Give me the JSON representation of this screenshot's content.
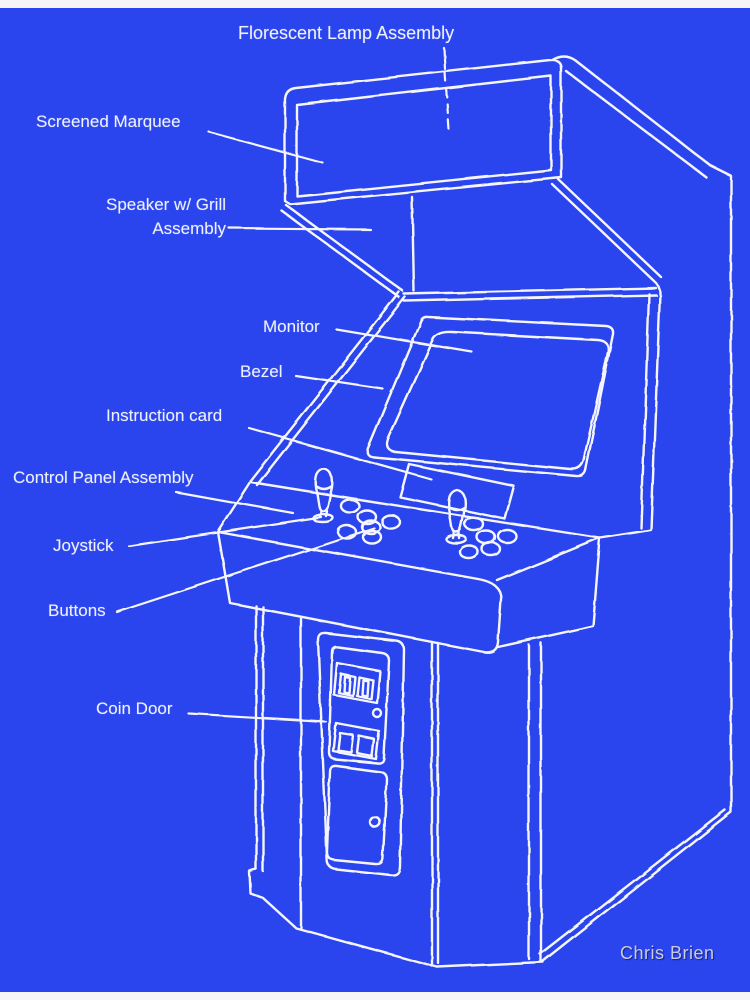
{
  "colors": {
    "blueprint_background": "#2a45ee",
    "paper_strip": "#f6f6f8",
    "line_art": "#fdfdff",
    "credit_text": "#c9cbdf"
  },
  "diagram": {
    "subject": "arcade cabinet parts diagram",
    "labels": {
      "florescent_lamp": "Florescent Lamp Assembly",
      "screened_marquee": "Screened Marquee",
      "speaker_line1": "Speaker w/ Grill",
      "speaker_line2": "Assembly",
      "monitor": "Monitor",
      "bezel": "Bezel",
      "instruction_card": "Instruction card",
      "control_panel": "Control Panel Assembly",
      "joystick": "Joystick",
      "buttons": "Buttons",
      "coin_door": "Coin Door"
    }
  },
  "credit": {
    "author": "Chris Brien"
  }
}
